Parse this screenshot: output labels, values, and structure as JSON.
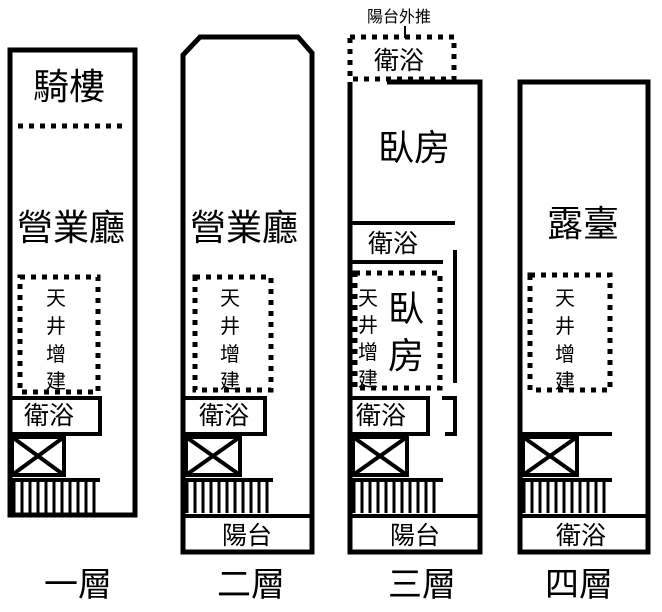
{
  "floors": [
    {
      "name": "一層",
      "arcade": "騎樓",
      "hall": "營業廳",
      "courtyard_addition": [
        "天",
        "井",
        "增",
        "建"
      ],
      "bath": "衛浴"
    },
    {
      "name": "二層",
      "hall": "營業廳",
      "courtyard_addition": [
        "天",
        "井",
        "增",
        "建"
      ],
      "bath": "衛浴",
      "balcony": "陽台"
    },
    {
      "name": "三層",
      "balcony_extension": "陽台外推",
      "bath_top": "衛浴",
      "bedroom_top": "臥房",
      "bath_mid": "衛浴",
      "courtyard_addition": [
        "天",
        "井",
        "增",
        "建"
      ],
      "bedroom_mid": [
        "臥",
        "房"
      ],
      "bath_bottom": "衛浴",
      "balcony": "陽台"
    },
    {
      "name": "四層",
      "terrace": "露臺",
      "courtyard_addition": [
        "天",
        "井",
        "增",
        "建"
      ],
      "bath": "衛浴"
    }
  ]
}
